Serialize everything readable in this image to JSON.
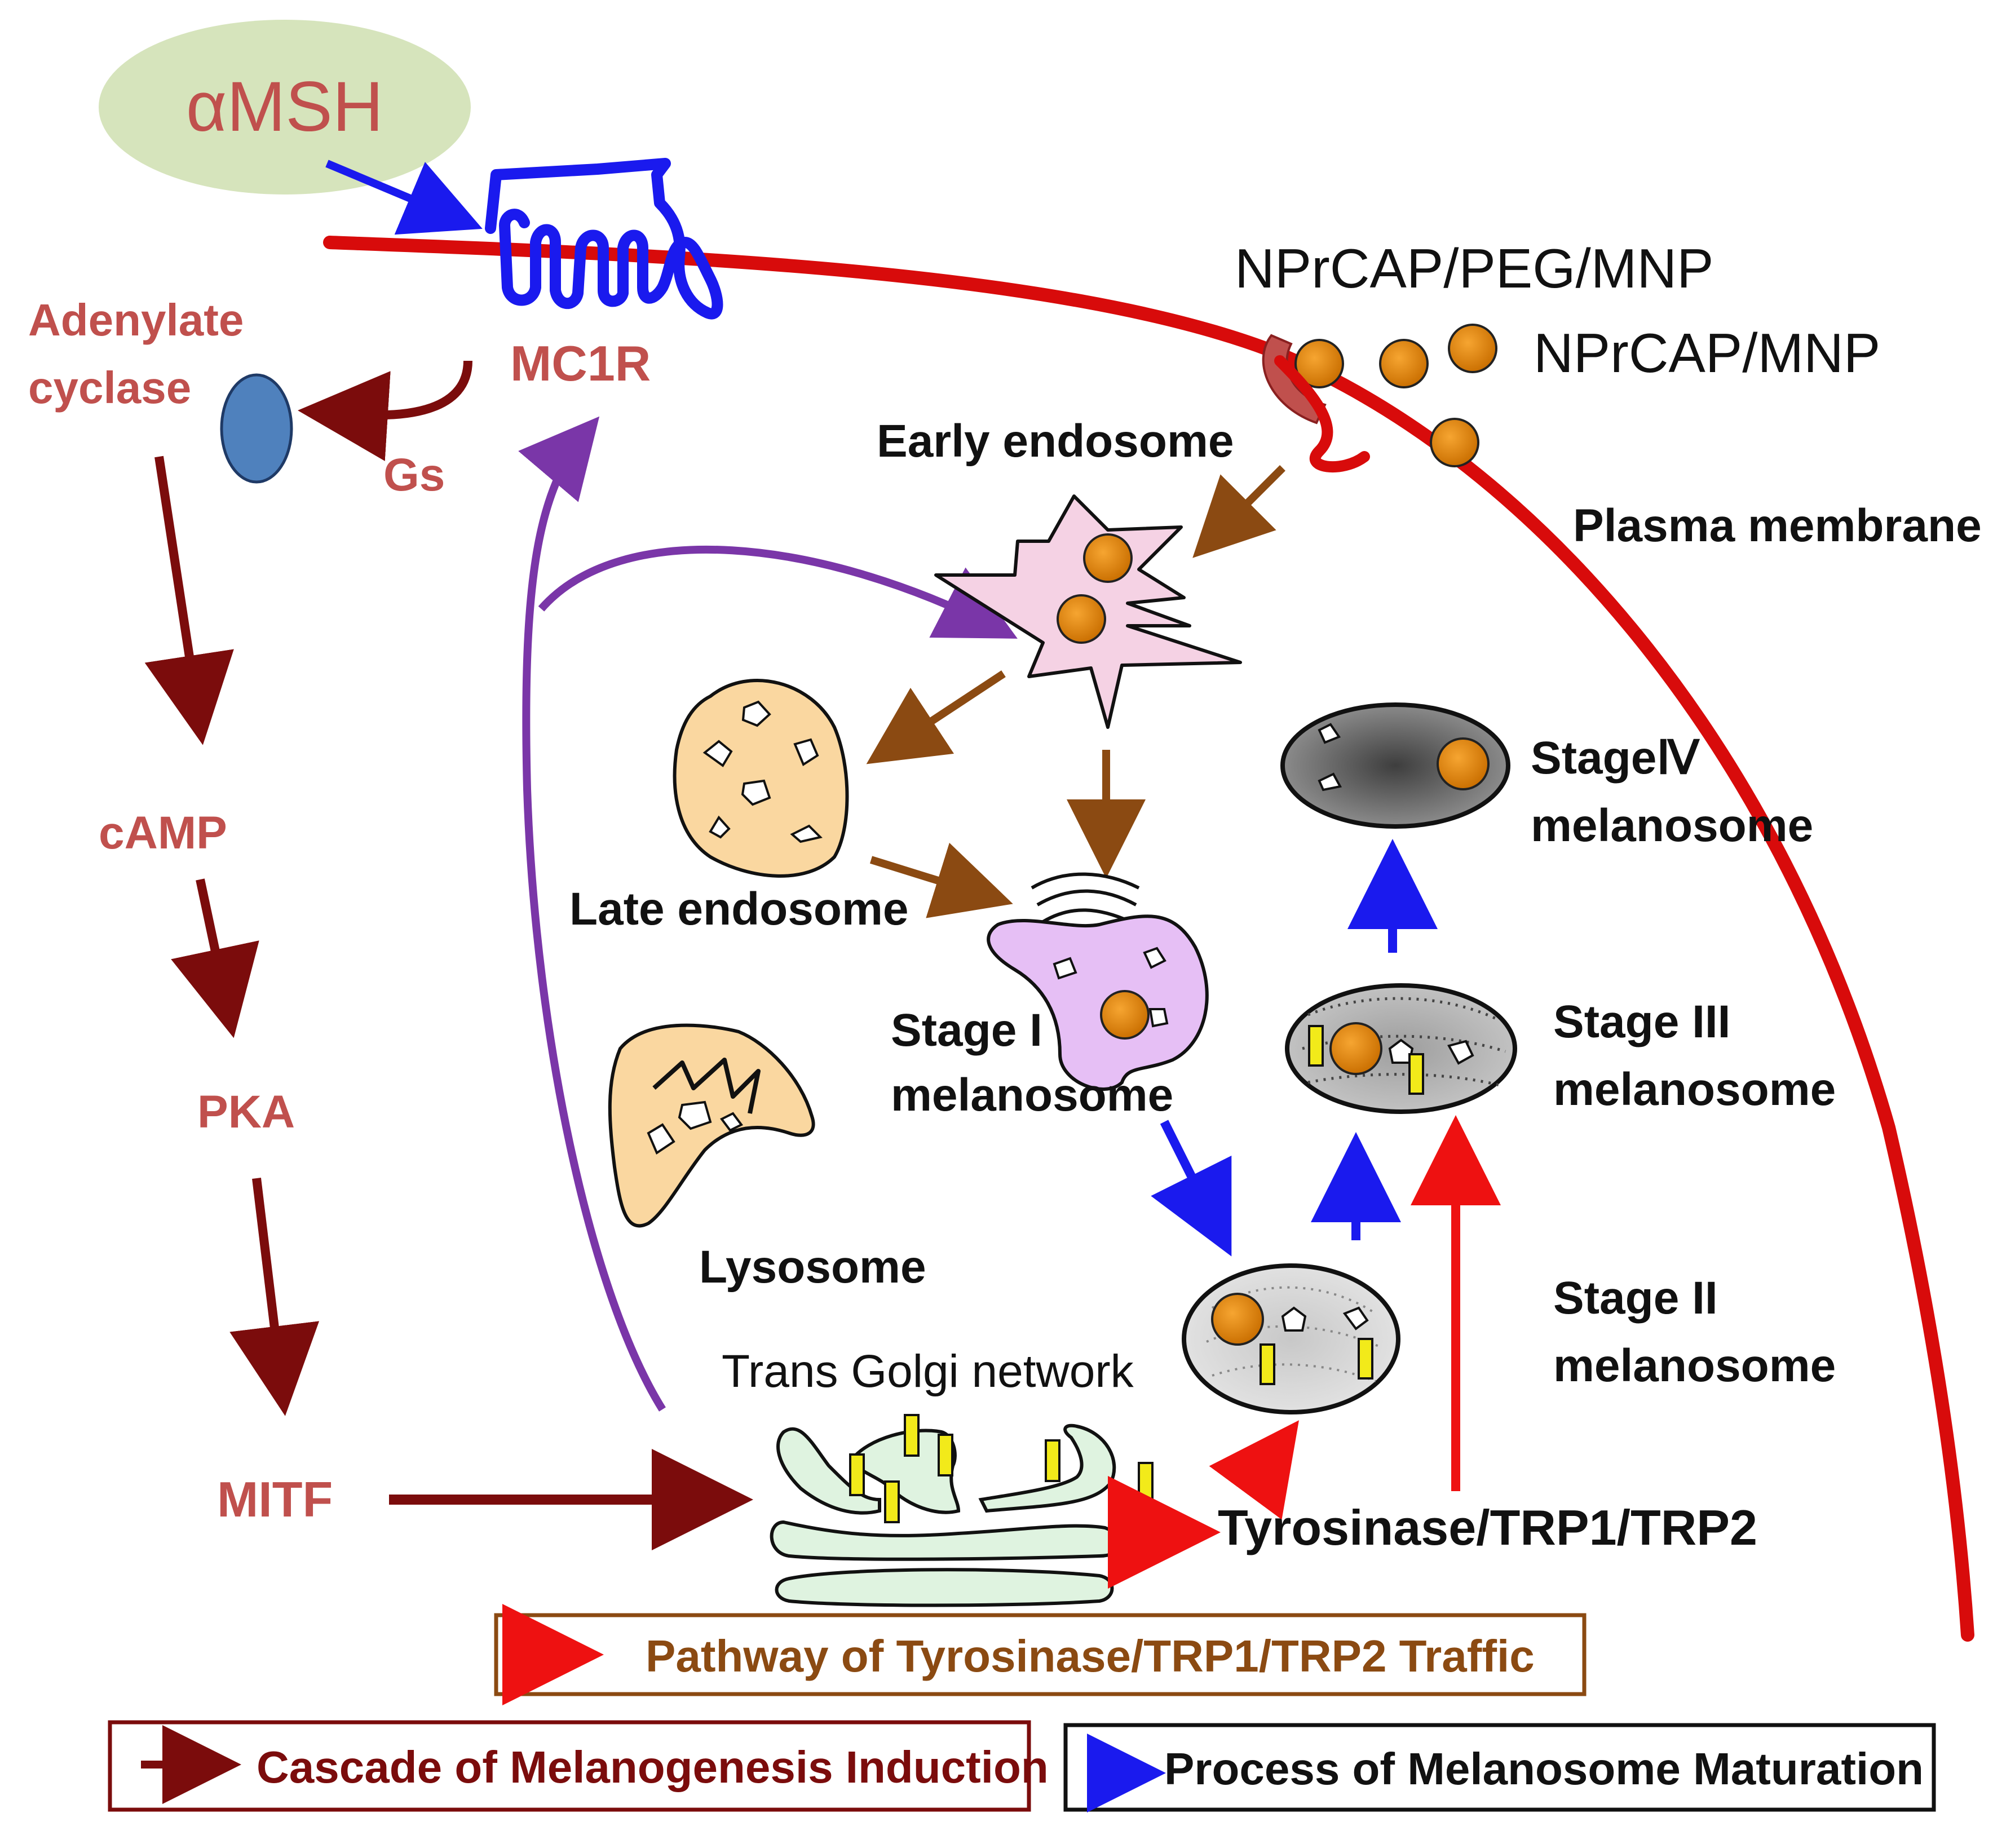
{
  "labels": {
    "amsh": "αMSH",
    "mc1r": "MC1R",
    "adenylate_1": "Adenylate",
    "adenylate_2": "cyclase",
    "gs": "Gs",
    "camp": "cAMP",
    "pka": "PKA",
    "mitf": "MITF",
    "npr_peg": "NPrCAP/PEG/MNP",
    "npr_mnp": "NPrCAP/MNP",
    "plasma_membrane": "Plasma membrane",
    "early_endosome": "Early endosome",
    "late_endosome": "Late endosome",
    "stage1_1": "Stage I",
    "stage1_2": "melanosome",
    "lysosome": "Lysosome",
    "trans_golgi": "Trans Golgi network",
    "tyrosinase": "Tyrosinase/TRP1/TRP2",
    "stage2_1": "Stage II",
    "stage2_2": "melanosome",
    "stage3_1": "Stage III",
    "stage3_2": "melanosome",
    "stage4_1": "StageⅣ",
    "stage4_2": "melanosome"
  },
  "legend": {
    "traffic": "Pathway of Tyrosinase/TRP1/TRP2 Traffic",
    "cascade": "Cascade of Melanogenesis Induction",
    "maturation": "Process of Melanosome Maturation"
  },
  "colors": {
    "cascade": "#7b0c0c",
    "maturation": "#1a1aee",
    "traffic": "#ee1111",
    "uptake": "#8b4a12",
    "recycling": "#7a36a8",
    "membrane": "#d80b0b",
    "label_red": "#c0504d",
    "nanoparticle": "#d9820a",
    "traffic_border": "#8b4a12",
    "cascade_border": "#7b0c0c"
  }
}
